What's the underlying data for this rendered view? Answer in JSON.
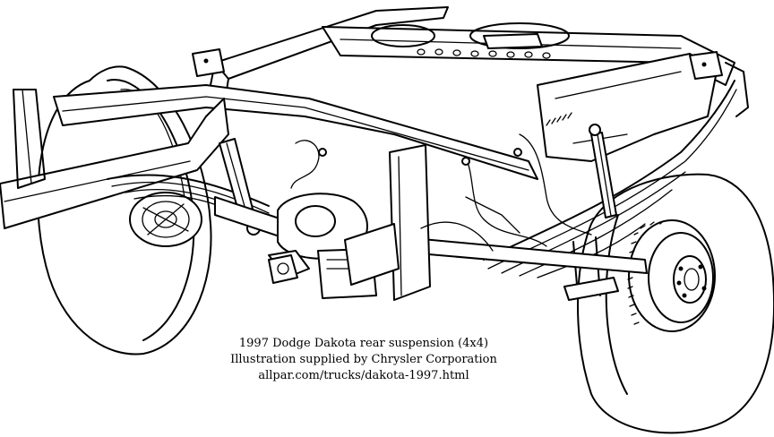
{
  "caption": {
    "title": "1997 Dodge Dakota rear suspension (4x4)",
    "credit": "Illustration supplied by Chrysler Corporation",
    "url": "allpar.com/trucks/dakota-1997.html"
  },
  "colors": {
    "ink": "#000000",
    "paper": "#ffffff"
  }
}
